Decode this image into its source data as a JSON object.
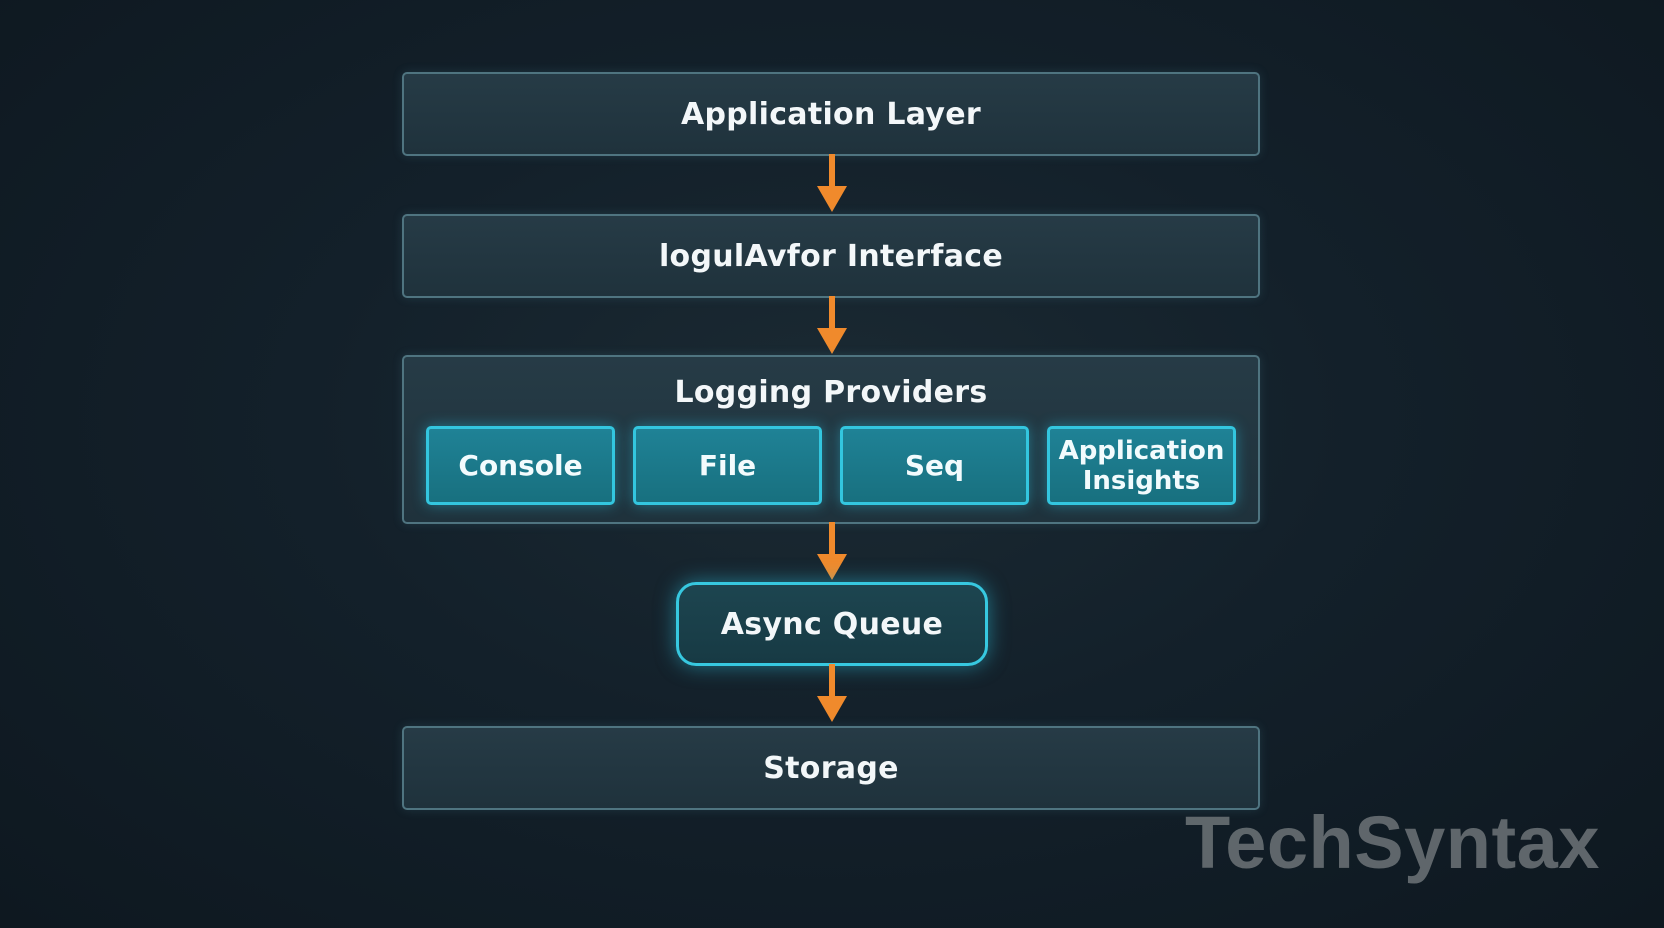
{
  "diagram": {
    "layers": {
      "application": "Application Layer",
      "interface": "logulAvfor Interface",
      "providers_title": "Logging Providers",
      "storage": "Storage"
    },
    "providers": [
      {
        "label": "Console"
      },
      {
        "label": "File"
      },
      {
        "label": "Seq"
      },
      {
        "label": "Application Insights"
      }
    ],
    "queue": "Async Queue",
    "arrow_color": "#f08a2c",
    "accent_color": "#33c6df"
  },
  "watermark": "TechSyntax"
}
